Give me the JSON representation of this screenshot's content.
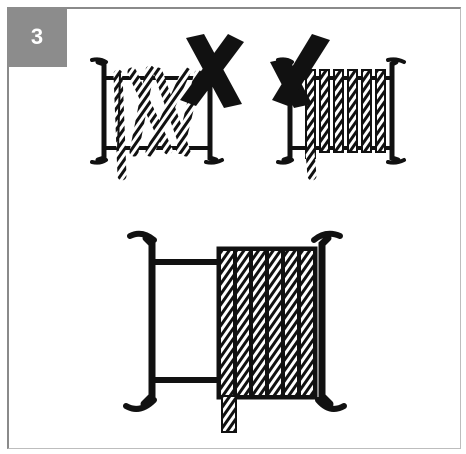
{
  "step": {
    "number": "3"
  },
  "illustrations": [
    {
      "name": "cross-wound-spool",
      "marked_incorrect": true,
      "mark_icon": "x-mark-icon"
    },
    {
      "name": "loose-wound-spool",
      "marked_incorrect": true,
      "mark_icon": "x-mark-icon"
    },
    {
      "name": "correct-wound-spool",
      "marked_incorrect": false
    }
  ],
  "colors": {
    "badge": "#8c8c8c",
    "frame": "#8a8a8a",
    "ink": "#111111"
  }
}
